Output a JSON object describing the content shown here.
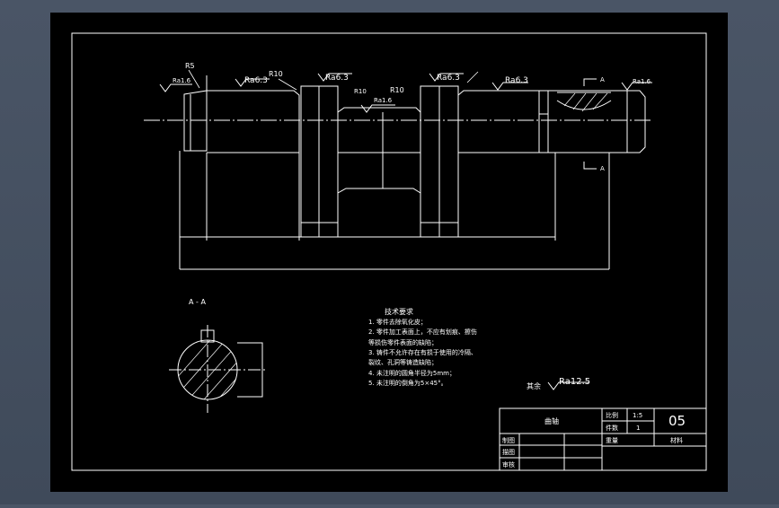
{
  "drawing": {
    "roughness_labels": {
      "left_end": "Ra1.6",
      "journal_left": "Ra6.3",
      "web_left": "Ra6.3",
      "pin_center": "Ra1.6",
      "web_right": "Ra6.3",
      "journal_right": "Ra6.3",
      "right_end": "Ra1.6"
    },
    "radius_labels": {
      "r5": "R5",
      "r10_a": "R10",
      "r10_b": "R10",
      "r10_c": "R10"
    },
    "section_marker": "A",
    "section_title": "A - A",
    "other_roughness": {
      "prefix": "其余",
      "value": "Ra12.5"
    }
  },
  "technical_requirements": {
    "title": "技术要求",
    "items": [
      "1. 零件去除氧化皮；",
      "2. 零件加工表面上，不应有划痕、擦伤",
      "等损伤零件表面的缺陷；",
      "3. 铸件不允许存在有损于使用的冷隔、",
      "裂纹、孔洞等铸造缺陷；",
      "4. 未注明的圆角半径为5mm；",
      "5. 未注明的倒角为5×45°。"
    ]
  },
  "title_block": {
    "part_name": "曲轴",
    "scale_label": "比例",
    "scale_value": "1:5",
    "quantity_label": "件数",
    "quantity_value": "1",
    "drawing_number": "05",
    "weight_label": "重量",
    "material_label": "材料",
    "drawn_label": "制图",
    "draft_label": "描图",
    "check_label": "审核"
  }
}
